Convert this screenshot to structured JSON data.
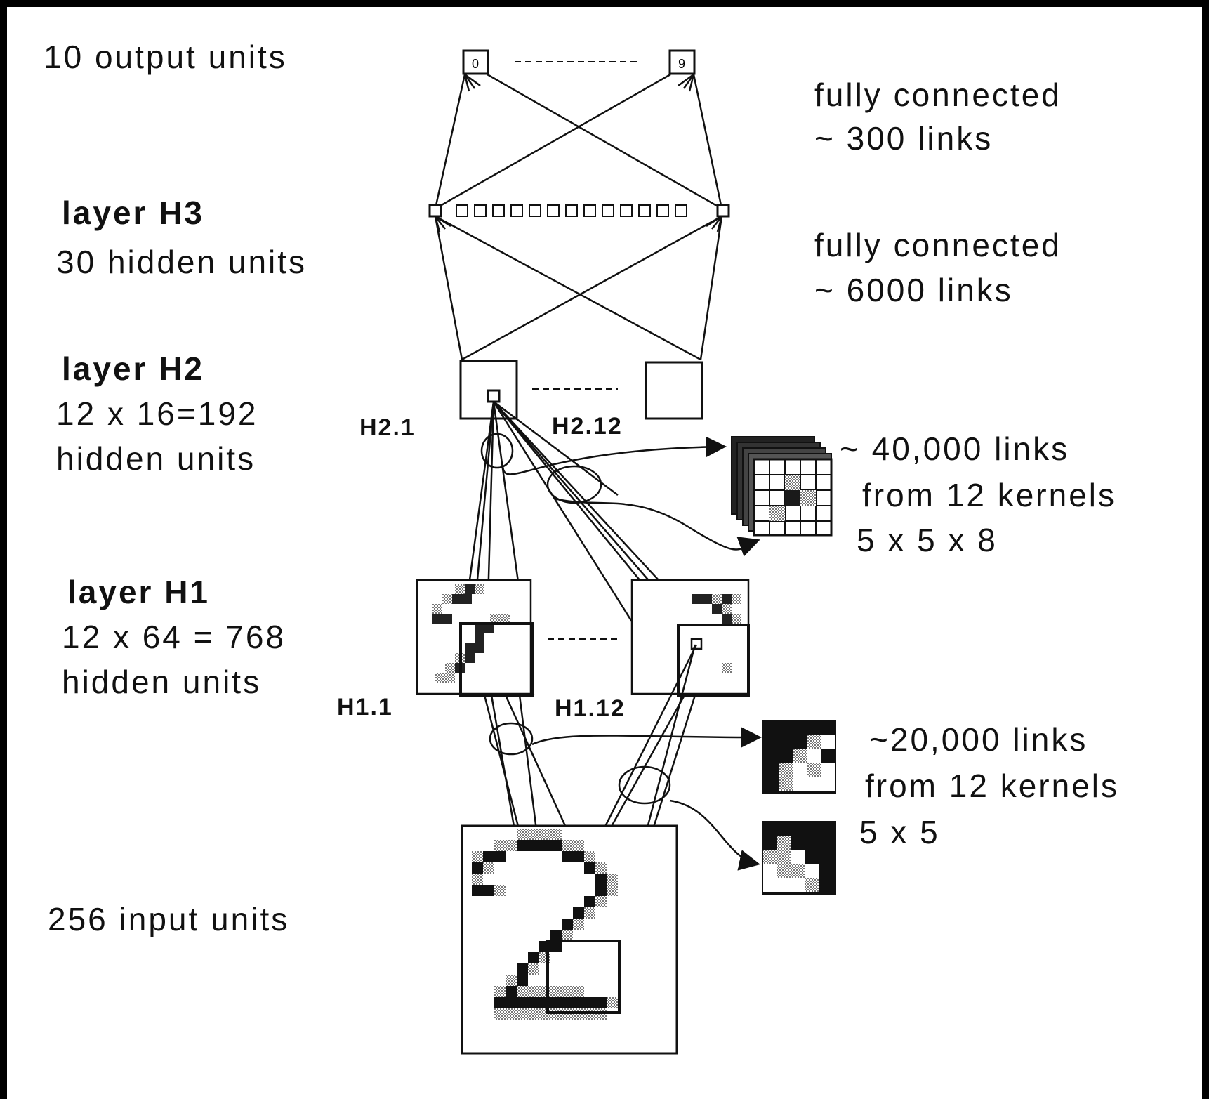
{
  "labels": {
    "output_units": "10 output units",
    "fully_connected_1": "fully connected",
    "links_300": "~ 300 links",
    "layer_h3": "layer H3",
    "hidden_30": "30 hidden units",
    "fully_connected_2": "fully connected",
    "links_6000": "~ 6000 links",
    "layer_h2": "layer H2",
    "h2_dims": "12 x 16=192",
    "h2_hidden": "hidden units",
    "h2_1": "H2.1",
    "h2_12": "H2.12",
    "links_40000": "~ 40,000 links",
    "from_12_kernels_a": "from 12 kernels",
    "kernel_558": "5 x 5 x 8",
    "layer_h1": "layer H1",
    "h1_dims": "12 x 64 = 768",
    "h1_hidden": "hidden units",
    "h1_1": "H1.1",
    "h1_12": "H1.12",
    "links_20000": "~20,000 links",
    "from_12_kernels_b": "from 12 kernels",
    "kernel_55": "5 x 5",
    "input_units": "256 input units",
    "out_0": "0",
    "out_9": "9"
  },
  "colors": {
    "background": "#ffffff",
    "frame": "#000000",
    "ink": "#111111",
    "shade_light": "#bdbdbd",
    "shade_dark": "#1a1a1a"
  }
}
